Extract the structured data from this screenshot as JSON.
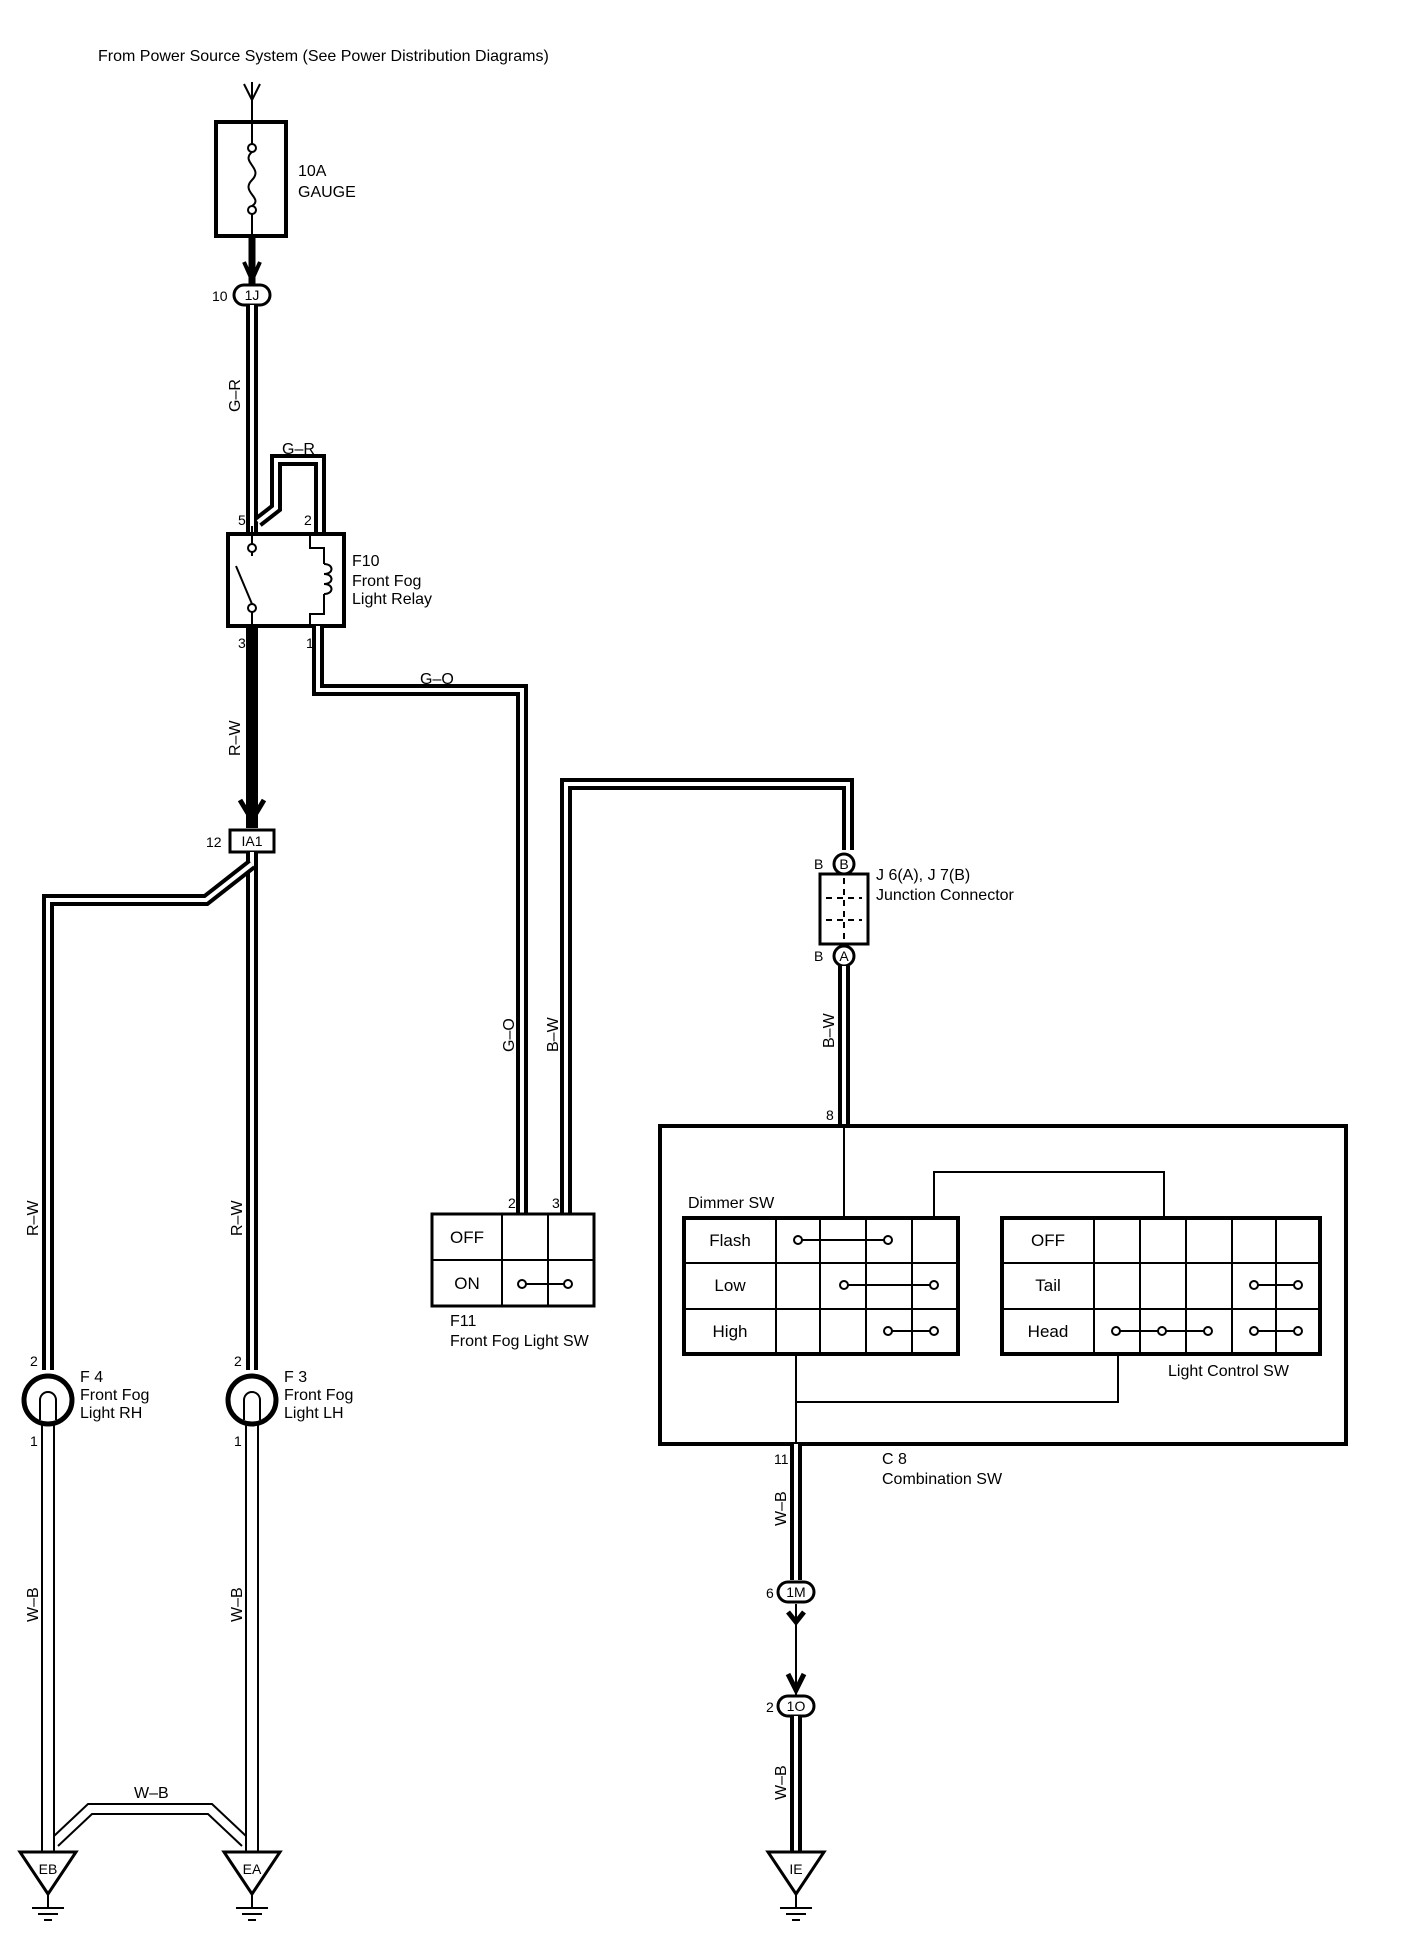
{
  "header": {
    "source": "From Power Source System (See Power Distribution Diagrams)"
  },
  "fuse": {
    "rating": "10A",
    "name": "GAUGE"
  },
  "connectors": {
    "c_1j": {
      "code": "1J",
      "pin": "10"
    },
    "c_ia1": {
      "code": "IA1",
      "pin": "12"
    },
    "c_1m": {
      "code": "1M",
      "pin": "6"
    },
    "c_1o": {
      "code": "1O",
      "pin": "2"
    }
  },
  "relay": {
    "id": "F10",
    "line1": "Front Fog",
    "line2": "Light Relay",
    "pin_5": "5",
    "pin_2": "2",
    "pin_3": "3",
    "pin_1": "1"
  },
  "wires": {
    "gr_top": "G–R",
    "gr_loop": "G–R",
    "go_h": "G–O",
    "rw_v": "R–W",
    "go_v": "G–O",
    "bw_v": "B–W",
    "bw_j": "B–W",
    "rw_left": "R–W",
    "rw_mid": "R–W",
    "wb_left": "W–B",
    "wb_mid": "W–B",
    "wb_bottom": "W–B",
    "wb_c8": "W–B",
    "wb_lower": "W–B"
  },
  "junction": {
    "id": "J 6(A), J 7(B)",
    "name": "Junction Connector",
    "tag_b": "B",
    "tag_a": "A",
    "pin_top": "B",
    "pin_bottom": "B"
  },
  "fog_switch": {
    "id": "F11",
    "name": "Front Fog Light SW",
    "rows": [
      "OFF",
      "ON"
    ],
    "pin_2": "2",
    "pin_3": "3"
  },
  "combination": {
    "id": "C 8",
    "name": "Combination SW",
    "pin_8": "8",
    "pin_11": "11",
    "dimmer": {
      "title": "Dimmer SW",
      "rows": [
        "Flash",
        "Low",
        "High"
      ]
    },
    "light_control": {
      "title": "Light Control SW",
      "rows": [
        "OFF",
        "Tail",
        "Head"
      ]
    }
  },
  "lights": {
    "rh": {
      "id": "F 4",
      "line1": "Front Fog",
      "line2": "Light RH",
      "pin_top": "2",
      "pin_bottom": "1"
    },
    "lh": {
      "id": "F 3",
      "line1": "Front Fog",
      "line2": "Light LH",
      "pin_top": "2",
      "pin_bottom": "1"
    }
  },
  "grounds": {
    "eb": "EB",
    "ea": "EA",
    "ie": "IE"
  }
}
